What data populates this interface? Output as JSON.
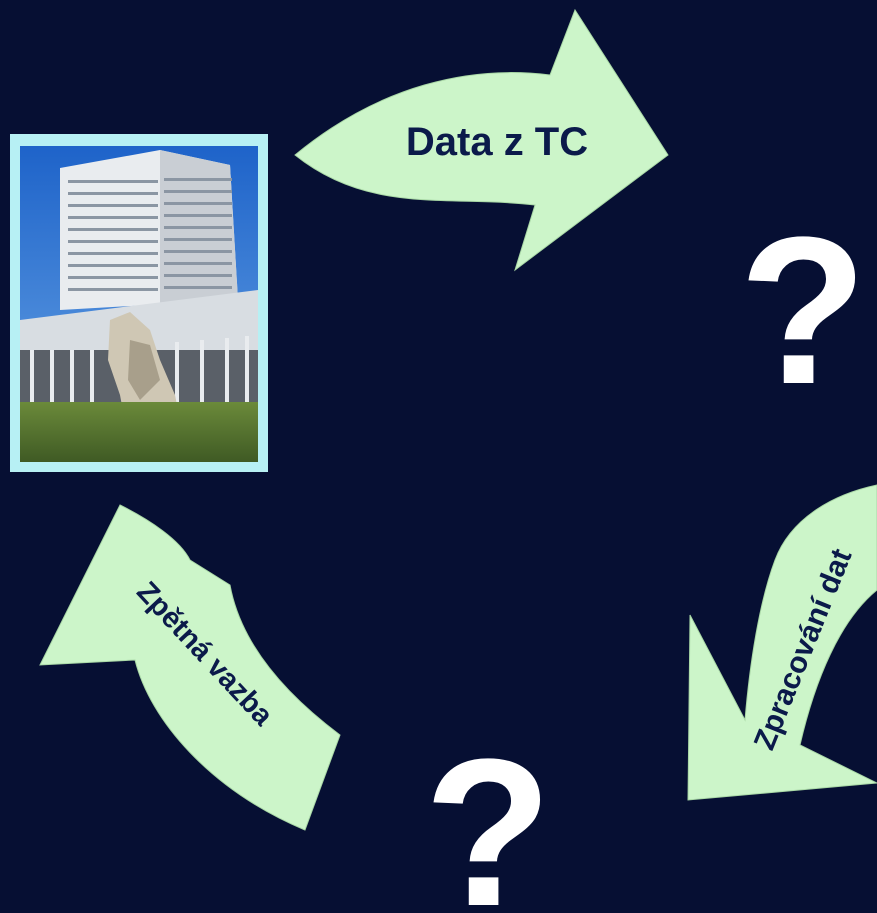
{
  "diagram": {
    "arrows": [
      {
        "id": "top",
        "label": "Data z TC"
      },
      {
        "id": "right",
        "label": "Zpracování dat"
      },
      {
        "id": "left",
        "label": "Zpětná vazba"
      }
    ],
    "unknown_steps": [
      {
        "id": "right-step",
        "symbol": "?"
      },
      {
        "id": "bottom-step",
        "symbol": "?"
      }
    ],
    "photo": {
      "subject": "hospital building"
    },
    "colors": {
      "background": "#060f33",
      "arrow_fill": "#ccf5c9",
      "arrow_text": "#0b1a4a",
      "photo_frame": "#b7f0f4",
      "question_mark": "#ffffff"
    }
  }
}
